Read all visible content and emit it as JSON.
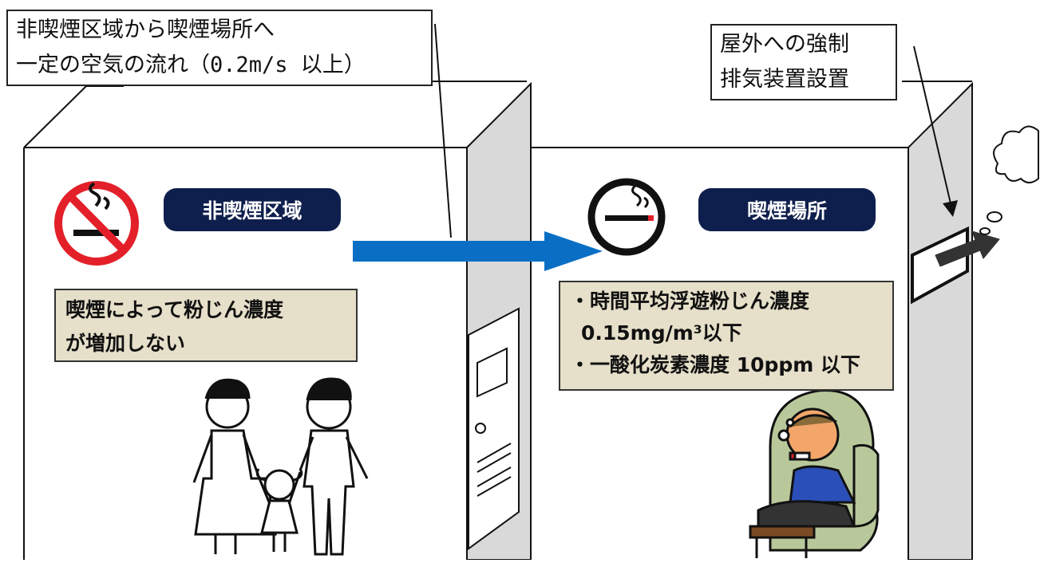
{
  "callout_airflow": {
    "line1": "非喫煙区域から喫煙場所へ",
    "line2": "一定の空気の流れ（0.2m/s 以上）"
  },
  "callout_exhaust": {
    "line1": "屋外への強制",
    "line2": "排気装置設置"
  },
  "non_smoking_room": {
    "label": "非喫煙区域",
    "note_line1": "喫煙によって粉じん濃度",
    "note_line2": "が増加しない",
    "illustration": "family-illustration",
    "sign_icon": "no-smoking-icon"
  },
  "smoking_room": {
    "label": "喫煙場所",
    "note_line1": "・時間平均浮遊粉じん濃度",
    "note_line2": "0.15mg/m³以下",
    "note_line3": "・一酸化炭素濃度 10ppm 以下",
    "illustration": "smoker-in-armchair-illustration",
    "sign_icon": "smoking-allowed-icon"
  },
  "colors": {
    "label_bg": "#0f1f4d",
    "note_bg": "#e6dfc9",
    "arrow": "#0a6fc4",
    "exhaust_arrow": "#333333",
    "sign_red": "#e3202a"
  }
}
